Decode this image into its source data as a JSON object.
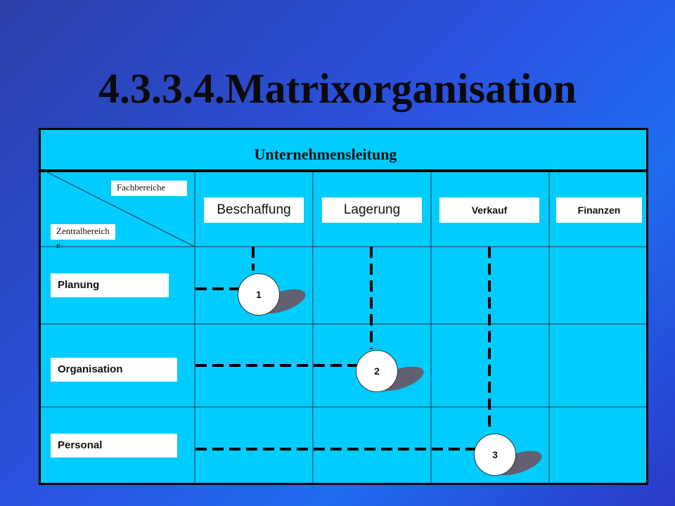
{
  "title": "4.3.3.4.Matrixorganisation",
  "top_header": "Unternehmensleitung",
  "corner": {
    "top_label": "Fachbereiche",
    "bottom_label": "Zentralbereich\ne"
  },
  "columns": [
    "Beschaffung",
    "Lagerung",
    "Verkauf",
    "Finanzen"
  ],
  "rows": [
    "Planung",
    "Organisation",
    "Personal"
  ],
  "nodes": [
    "1",
    "2",
    "3"
  ],
  "colors": {
    "background": "#2a52e0",
    "matrix_fill": "#00ccff",
    "border": "#000000",
    "label_fill": "#ffffff"
  }
}
